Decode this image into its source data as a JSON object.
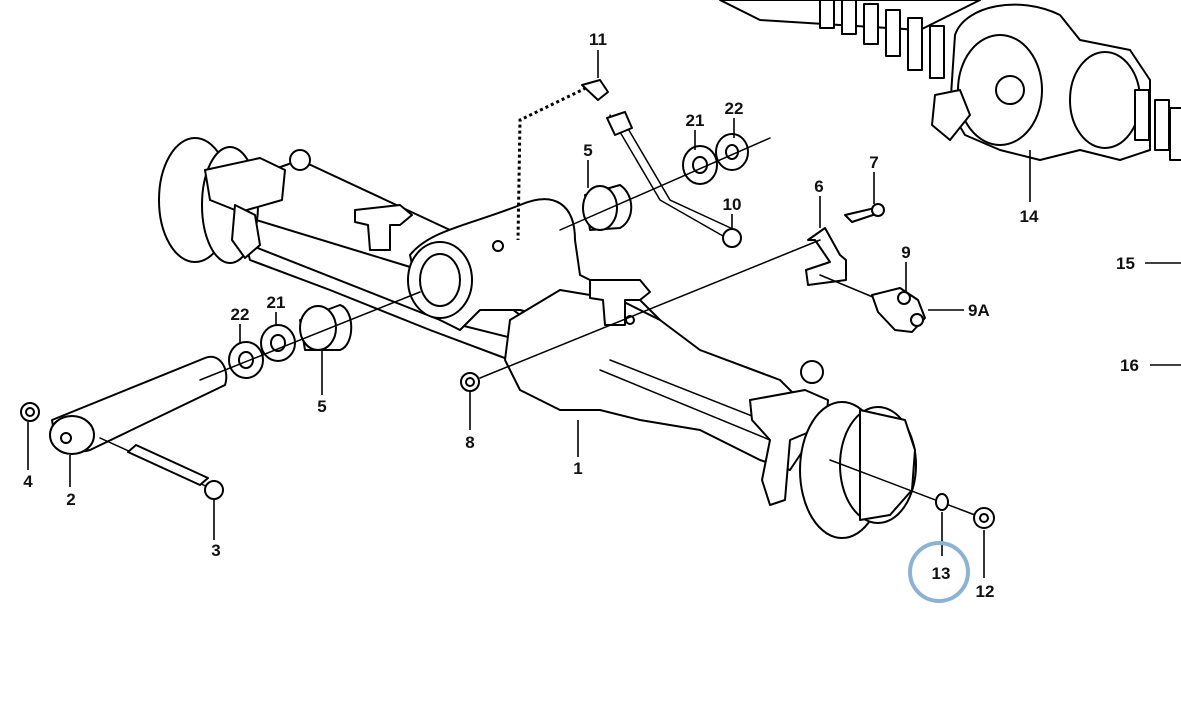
{
  "callouts": [
    "11",
    "21",
    "22",
    "5",
    "6",
    "7",
    "10",
    "9",
    "9A",
    "14",
    "15",
    "16",
    "22",
    "21",
    "5",
    "8",
    "1",
    "4",
    "2",
    "3",
    "13",
    "12"
  ],
  "highlight": {
    "callout": "13",
    "color": "#8cb2d6"
  }
}
